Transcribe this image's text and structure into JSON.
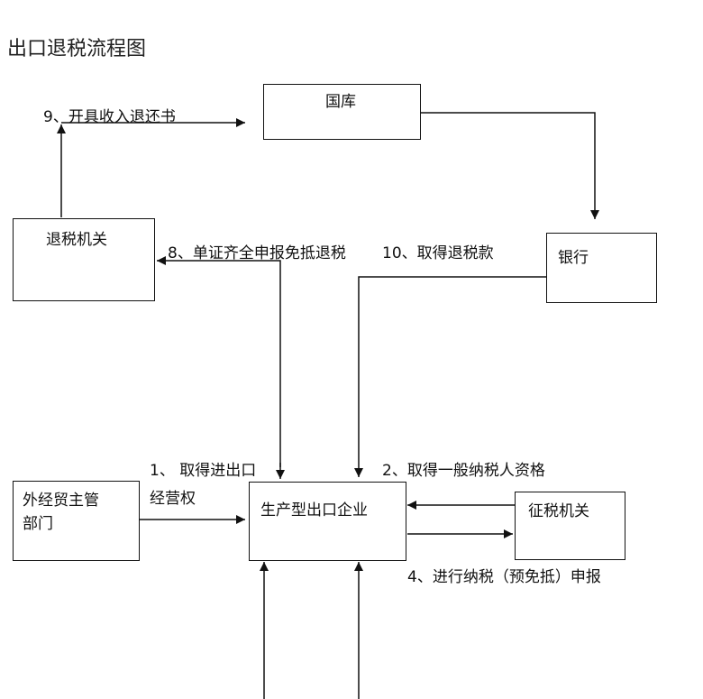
{
  "page": {
    "title": "出口退税流程图"
  },
  "nodes": {
    "treasury": "国库",
    "tax_refund_office": "退税机关",
    "bank": "银行",
    "foreign_trade_dept_line1": "外经贸主管",
    "foreign_trade_dept_line2": "部门",
    "enterprise": "生产型出口企业",
    "tax_collection_office": "征税机关"
  },
  "edges": {
    "step9": "9、开具收入退还书",
    "step8": "8、单证齐全申报免抵退税",
    "step10": "10、取得退税款",
    "step1_line1": "1、 取得进出口",
    "step1_line2": "经营权",
    "step2": "2、取得一般纳税人资格",
    "step4": "4、进行纳税（预免抵）申报"
  },
  "colors": {
    "stroke": "#111111",
    "background": "#ffffff"
  }
}
